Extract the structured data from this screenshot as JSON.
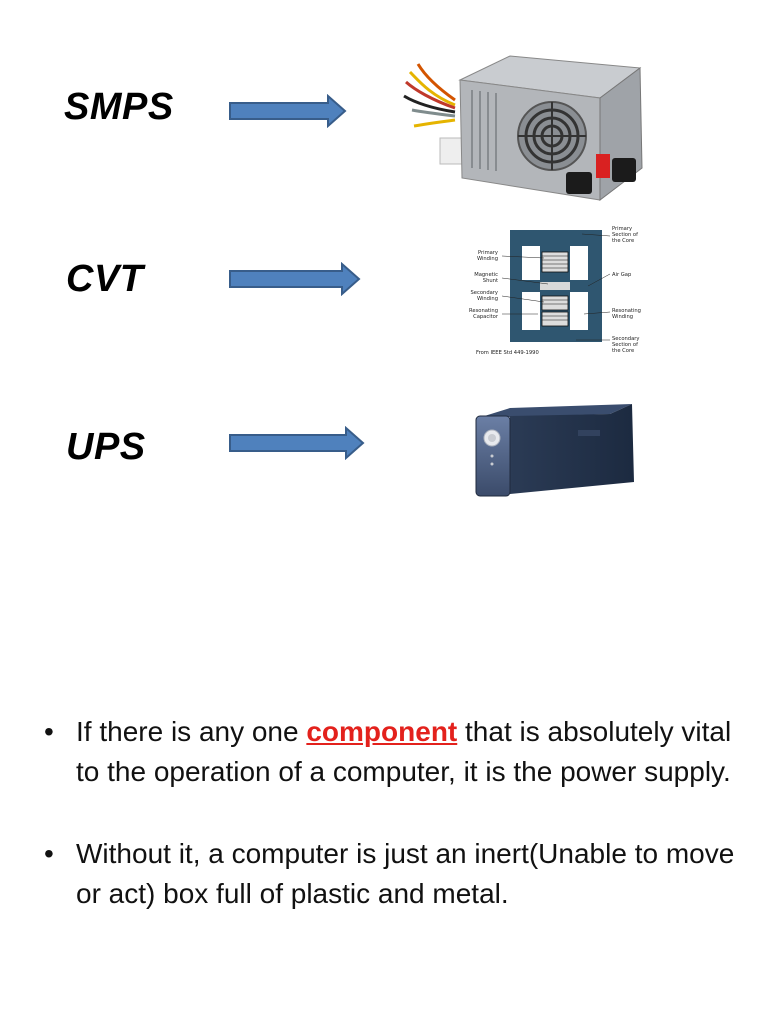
{
  "labels": {
    "smps": "SMPS",
    "cvt": "CVT",
    "ups": "UPS"
  },
  "cvt_diagram": {
    "primary_section": [
      "Primary",
      "Section of",
      "the Core"
    ],
    "primary_winding": [
      "Primary",
      "Winding"
    ],
    "magnetic_shunt": [
      "Magnetic",
      "Shunt"
    ],
    "secondary_winding": [
      "Secondary",
      "Winding"
    ],
    "resonating_capacitor": [
      "Resonating",
      "Capacitor"
    ],
    "air_gap": "Air Gap",
    "resonating_winding": [
      "Resonating",
      "Winding"
    ],
    "secondary_section": [
      "Secondary",
      "Section of",
      "the Core"
    ],
    "source": "From IEEE Std 449-1990"
  },
  "bullets": {
    "b1_before": "If there is any one ",
    "b1_highlight": "component",
    "b1_after": " that is absolutely vital to the operation of a computer, it is the power supply.",
    "b2": "Without it, a computer is just an inert(Unable to move or act) box full of plastic and metal."
  },
  "colors": {
    "arrow_fill": "#4f81bd",
    "arrow_stroke": "#385d8a",
    "highlight": "#e3211c"
  }
}
